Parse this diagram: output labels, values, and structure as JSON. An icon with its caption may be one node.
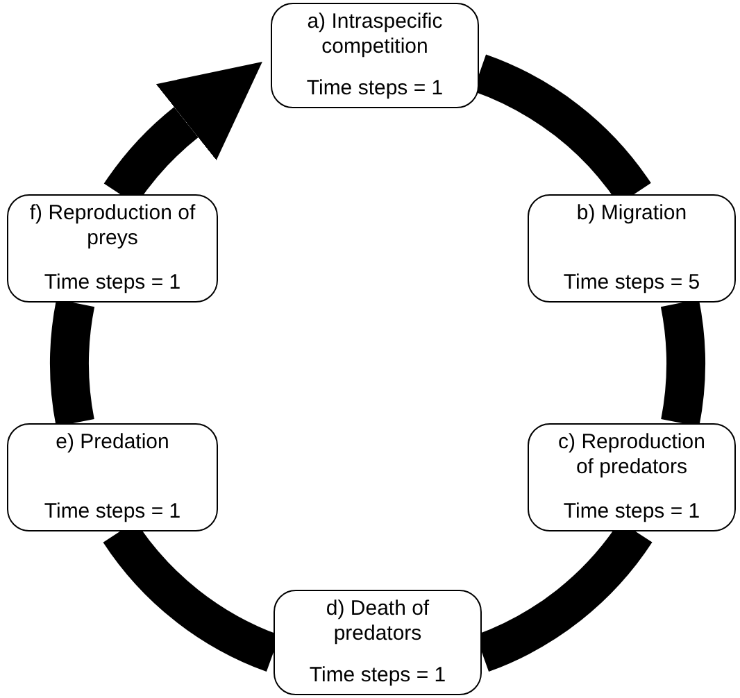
{
  "diagram": {
    "nodes": [
      {
        "text": [
          "a) Intraspecific competition",
          "Time steps = 1"
        ]
      },
      {
        "text": [
          "b) Migration",
          "Time steps = 5"
        ]
      },
      {
        "text": [
          "c) Reproduction of predators",
          "Time steps = 1"
        ]
      },
      {
        "text": [
          "d) Death of predators",
          "Time steps = 1"
        ]
      },
      {
        "text": [
          "e) Predation",
          "Time steps = 1"
        ]
      },
      {
        "text": [
          "f) Reproduction of preys",
          "Time steps = 1"
        ]
      }
    ],
    "edges": [
      {
        "from": 0,
        "to": 1,
        "arrow": "none"
      },
      {
        "from": 1,
        "to": 2,
        "arrow": "none"
      },
      {
        "from": 2,
        "to": 3,
        "arrow": "none"
      },
      {
        "from": 3,
        "to": 4,
        "arrow": "none"
      },
      {
        "from": 4,
        "to": 5,
        "arrow": "none"
      },
      {
        "from": 5,
        "to": 0,
        "arrow": "to"
      }
    ]
  }
}
